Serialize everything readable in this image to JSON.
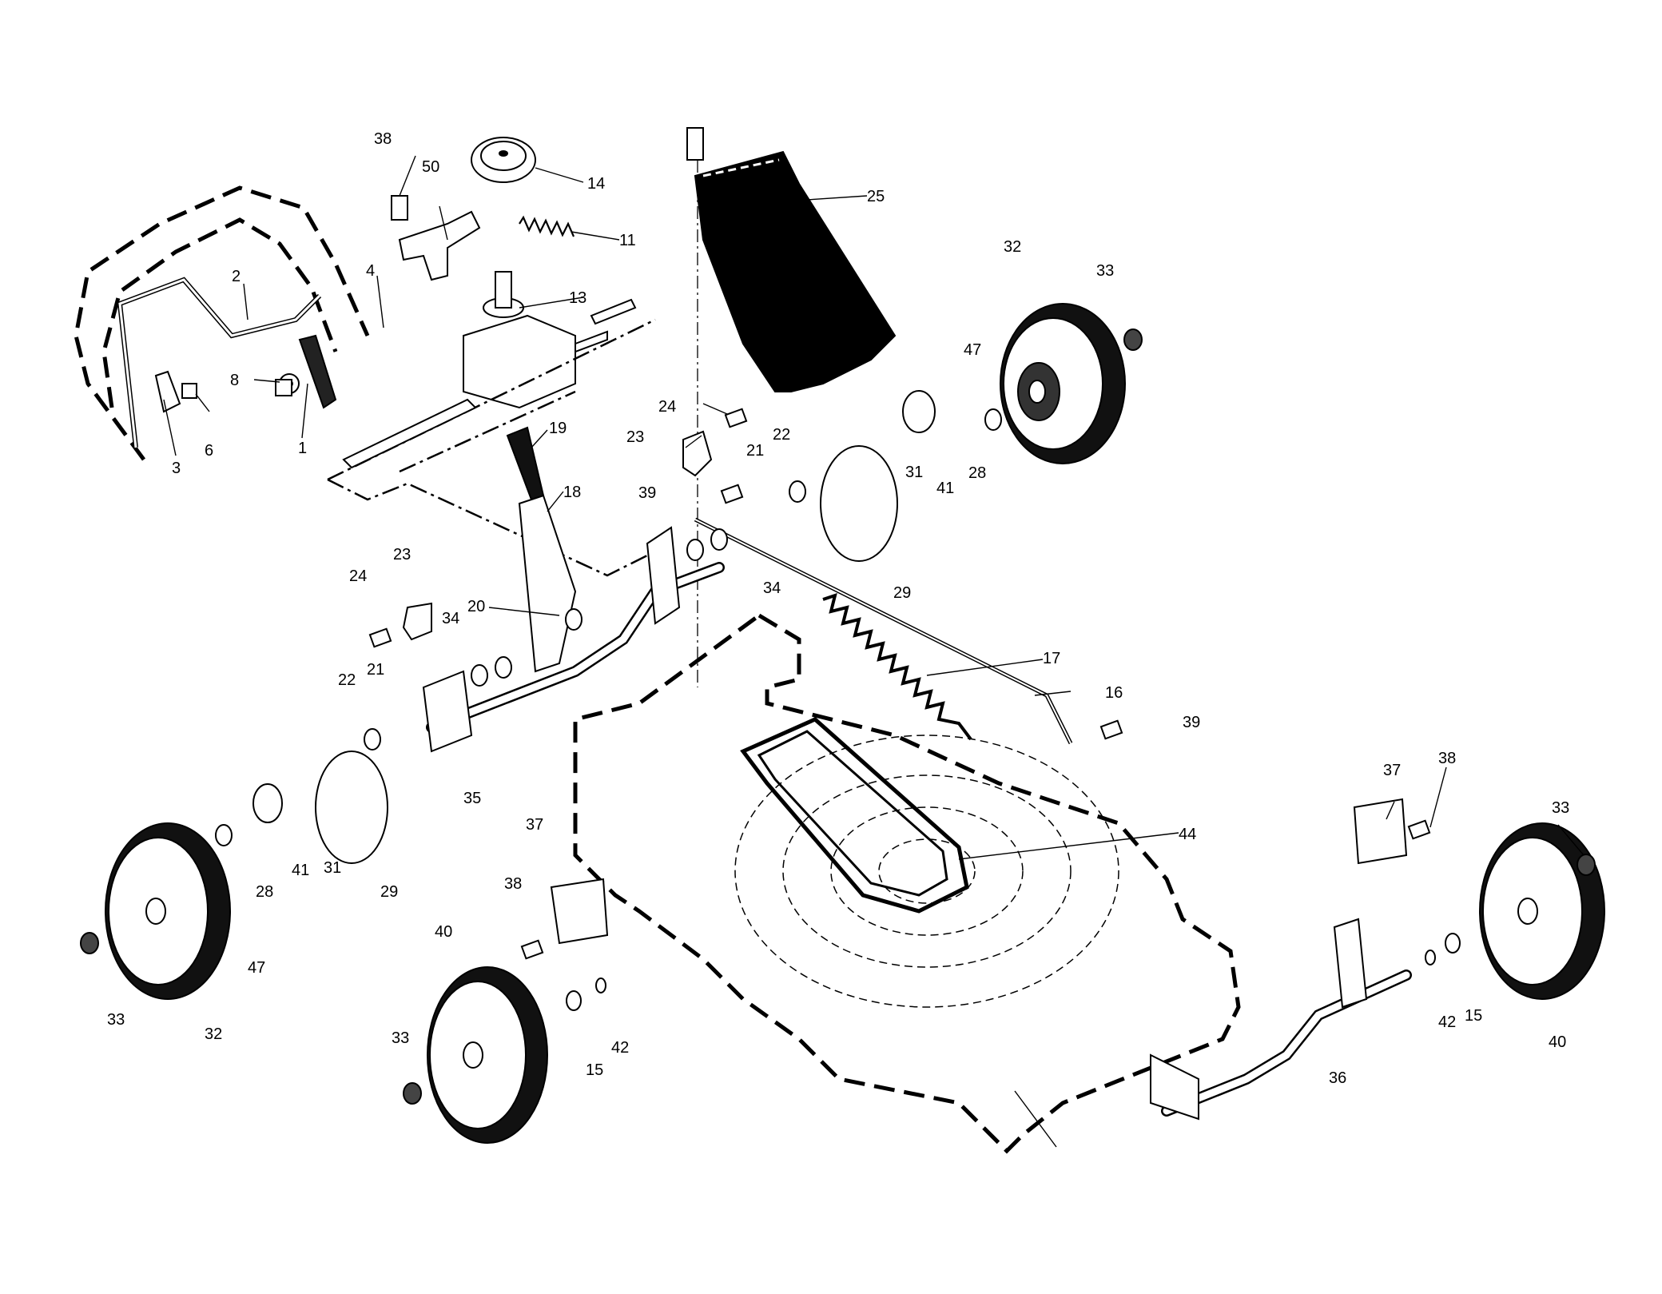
{
  "callouts": [
    {
      "id": "c1",
      "text": "1"
    },
    {
      "id": "c2",
      "text": "2"
    },
    {
      "id": "c3",
      "text": "3"
    },
    {
      "id": "c4",
      "text": "4"
    },
    {
      "id": "c6",
      "text": "6"
    },
    {
      "id": "c8",
      "text": "8"
    },
    {
      "id": "c11",
      "text": "11"
    },
    {
      "id": "c13",
      "text": "13"
    },
    {
      "id": "c14",
      "text": "14"
    },
    {
      "id": "c15a",
      "text": "15"
    },
    {
      "id": "c15b",
      "text": "15"
    },
    {
      "id": "c16",
      "text": "16"
    },
    {
      "id": "c17",
      "text": "17"
    },
    {
      "id": "c18",
      "text": "18"
    },
    {
      "id": "c19",
      "text": "19"
    },
    {
      "id": "c20",
      "text": "20"
    },
    {
      "id": "c21a",
      "text": "21"
    },
    {
      "id": "c21b",
      "text": "21"
    },
    {
      "id": "c22a",
      "text": "22"
    },
    {
      "id": "c22b",
      "text": "22"
    },
    {
      "id": "c23a",
      "text": "23"
    },
    {
      "id": "c23b",
      "text": "23"
    },
    {
      "id": "c24a",
      "text": "24"
    },
    {
      "id": "c24b",
      "text": "24"
    },
    {
      "id": "c25",
      "text": "25"
    },
    {
      "id": "c28a",
      "text": "28"
    },
    {
      "id": "c28b",
      "text": "28"
    },
    {
      "id": "c29a",
      "text": "29"
    },
    {
      "id": "c29b",
      "text": "29"
    },
    {
      "id": "c31a",
      "text": "31"
    },
    {
      "id": "c31b",
      "text": "31"
    },
    {
      "id": "c32a",
      "text": "32"
    },
    {
      "id": "c32b",
      "text": "32"
    },
    {
      "id": "c33a",
      "text": "33"
    },
    {
      "id": "c33b",
      "text": "33"
    },
    {
      "id": "c33c",
      "text": "33"
    },
    {
      "id": "c33d",
      "text": "33"
    },
    {
      "id": "c34a",
      "text": "34"
    },
    {
      "id": "c34b",
      "text": "34"
    },
    {
      "id": "c35",
      "text": "35"
    },
    {
      "id": "c36",
      "text": "36"
    },
    {
      "id": "c37a",
      "text": "37"
    },
    {
      "id": "c37b",
      "text": "37"
    },
    {
      "id": "c38a",
      "text": "38"
    },
    {
      "id": "c38b",
      "text": "38"
    },
    {
      "id": "c38c",
      "text": "38"
    },
    {
      "id": "c39a",
      "text": "39"
    },
    {
      "id": "c39b",
      "text": "39"
    },
    {
      "id": "c40a",
      "text": "40"
    },
    {
      "id": "c40b",
      "text": "40"
    },
    {
      "id": "c41a",
      "text": "41"
    },
    {
      "id": "c41b",
      "text": "41"
    },
    {
      "id": "c42a",
      "text": "42"
    },
    {
      "id": "c42b",
      "text": "42"
    },
    {
      "id": "c44",
      "text": "44"
    },
    {
      "id": "c47a",
      "text": "47"
    },
    {
      "id": "c47b",
      "text": "47"
    },
    {
      "id": "c50",
      "text": "50"
    }
  ]
}
